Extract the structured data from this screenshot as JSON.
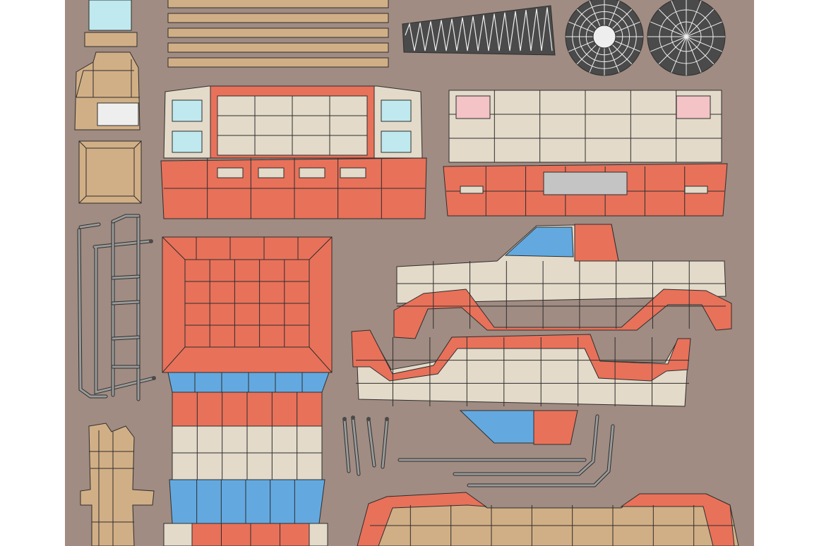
{
  "palette": {
    "page_white": "#ffffff",
    "atlas_background": "#a08c82",
    "orange_paint": "#e8715a",
    "cream_paint": "#e3dac9",
    "window_blue": "#63a9e0",
    "light_glass": "#bfe9ef",
    "headlight_pink": "#f3c3c6",
    "grille_grey": "#c4c4c4",
    "wood_tan": "#d1af86",
    "tire_dark": "#4a4a4a",
    "rim_light": "#eeeeee",
    "chrome_grey": "#9a9a9a",
    "wire_line": "#2e2e2e"
  },
  "atlas": {
    "description_icon": "uv-texture-atlas",
    "islands": [
      "glass-strip",
      "wood-planks",
      "exhaust-spring",
      "wheel-rim",
      "wheel-tire",
      "seat-block",
      "crate-block",
      "front-fascia",
      "rear-fascia",
      "roof-and-hood-unwrap",
      "side-body-left",
      "side-body-right",
      "roll-cage-bars",
      "side-rails",
      "antenna-rods",
      "pillar-block",
      "truck-bed"
    ]
  }
}
